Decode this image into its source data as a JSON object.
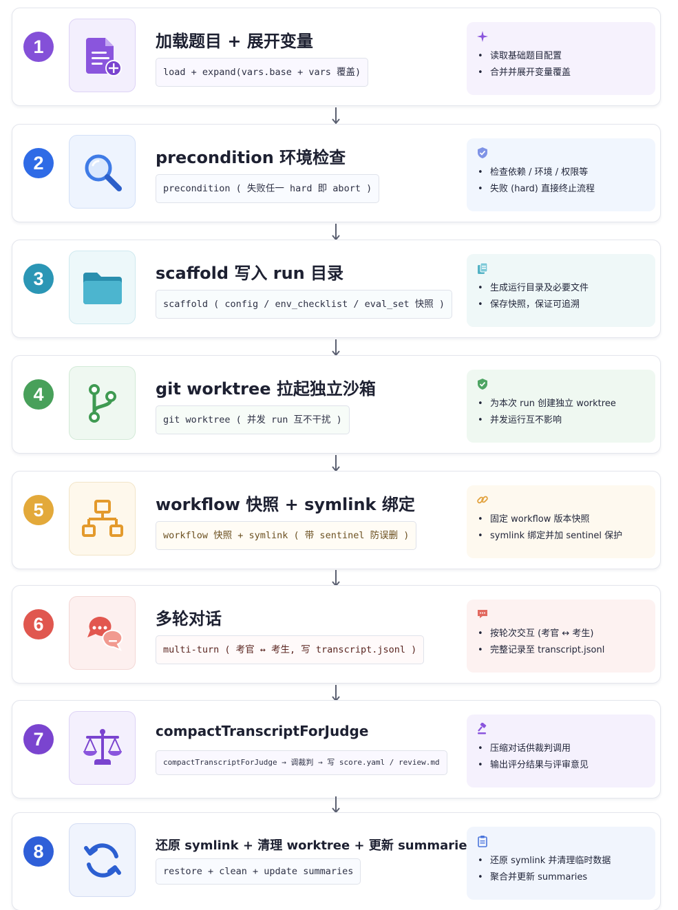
{
  "steps": [
    {
      "num": "1",
      "title": "加载题目 + 展开变量",
      "code": "load + expand(vars.base + vars 覆盖)",
      "notes": [
        "读取基础题目配置",
        "合并并展开变量覆盖"
      ],
      "icon": "document-add-icon",
      "note_icon": "sparkle-icon",
      "color": "#8450d8"
    },
    {
      "num": "2",
      "title": "precondition 环境检查",
      "code": "precondition ( 失败任一 hard 即 abort )",
      "notes": [
        "检查依赖 / 环境 / 权限等",
        "失败 (hard) 直接终止流程"
      ],
      "icon": "magnifier-icon",
      "note_icon": "shield-icon",
      "color": "#2f6be6"
    },
    {
      "num": "3",
      "title": "scaffold 写入 run 目录",
      "code": "scaffold ( config / env_checklist / eval_set 快照 )",
      "notes": [
        "生成运行目录及必要文件",
        "保存快照，保证可追溯"
      ],
      "icon": "folder-icon",
      "note_icon": "file-copy-icon",
      "color": "#2b96b5"
    },
    {
      "num": "4",
      "title": "git worktree 拉起独立沙箱",
      "code": "git worktree ( 并发 run 互不干扰 )",
      "notes": [
        "为本次 run 创建独立 worktree",
        "并发运行互不影响"
      ],
      "icon": "git-branch-icon",
      "note_icon": "shield-check-icon",
      "color": "#48a05a"
    },
    {
      "num": "5",
      "title": "workflow 快照 + symlink 绑定",
      "code": "workflow 快照 + symlink ( 带 sentinel 防误删 )",
      "notes": [
        "固定 workflow 版本快照",
        "symlink 绑定并加 sentinel 保护"
      ],
      "icon": "hierarchy-icon",
      "note_icon": "link-icon",
      "color": "#e3a93a"
    },
    {
      "num": "6",
      "title": "多轮对话",
      "code": "multi-turn ( 考官 ↔ 考生, 写 transcript.jsonl )",
      "notes": [
        "按轮次交互 (考官 ↔ 考生)",
        "完整记录至 transcript.jsonl"
      ],
      "icon": "chat-bubbles-icon",
      "note_icon": "chat-icon",
      "color": "#e0574f"
    },
    {
      "num": "7",
      "title": "compactTranscriptForJudge",
      "code": "compactTranscriptForJudge → 调裁判 → 写 score.yaml / review.md",
      "notes": [
        "压缩对话供裁判调用",
        "输出评分结果与评审意见"
      ],
      "icon": "scales-icon",
      "note_icon": "gavel-icon",
      "color": "#7a44cf"
    },
    {
      "num": "8",
      "title": "还原 symlink + 清理 worktree + 更新 summaries",
      "code": "restore + clean + update summaries",
      "notes": [
        "还原 symlink 并清理临时数据",
        "聚合并更新 summaries"
      ],
      "icon": "refresh-icon",
      "note_icon": "clipboard-icon",
      "color": "#2f5fd8"
    }
  ]
}
